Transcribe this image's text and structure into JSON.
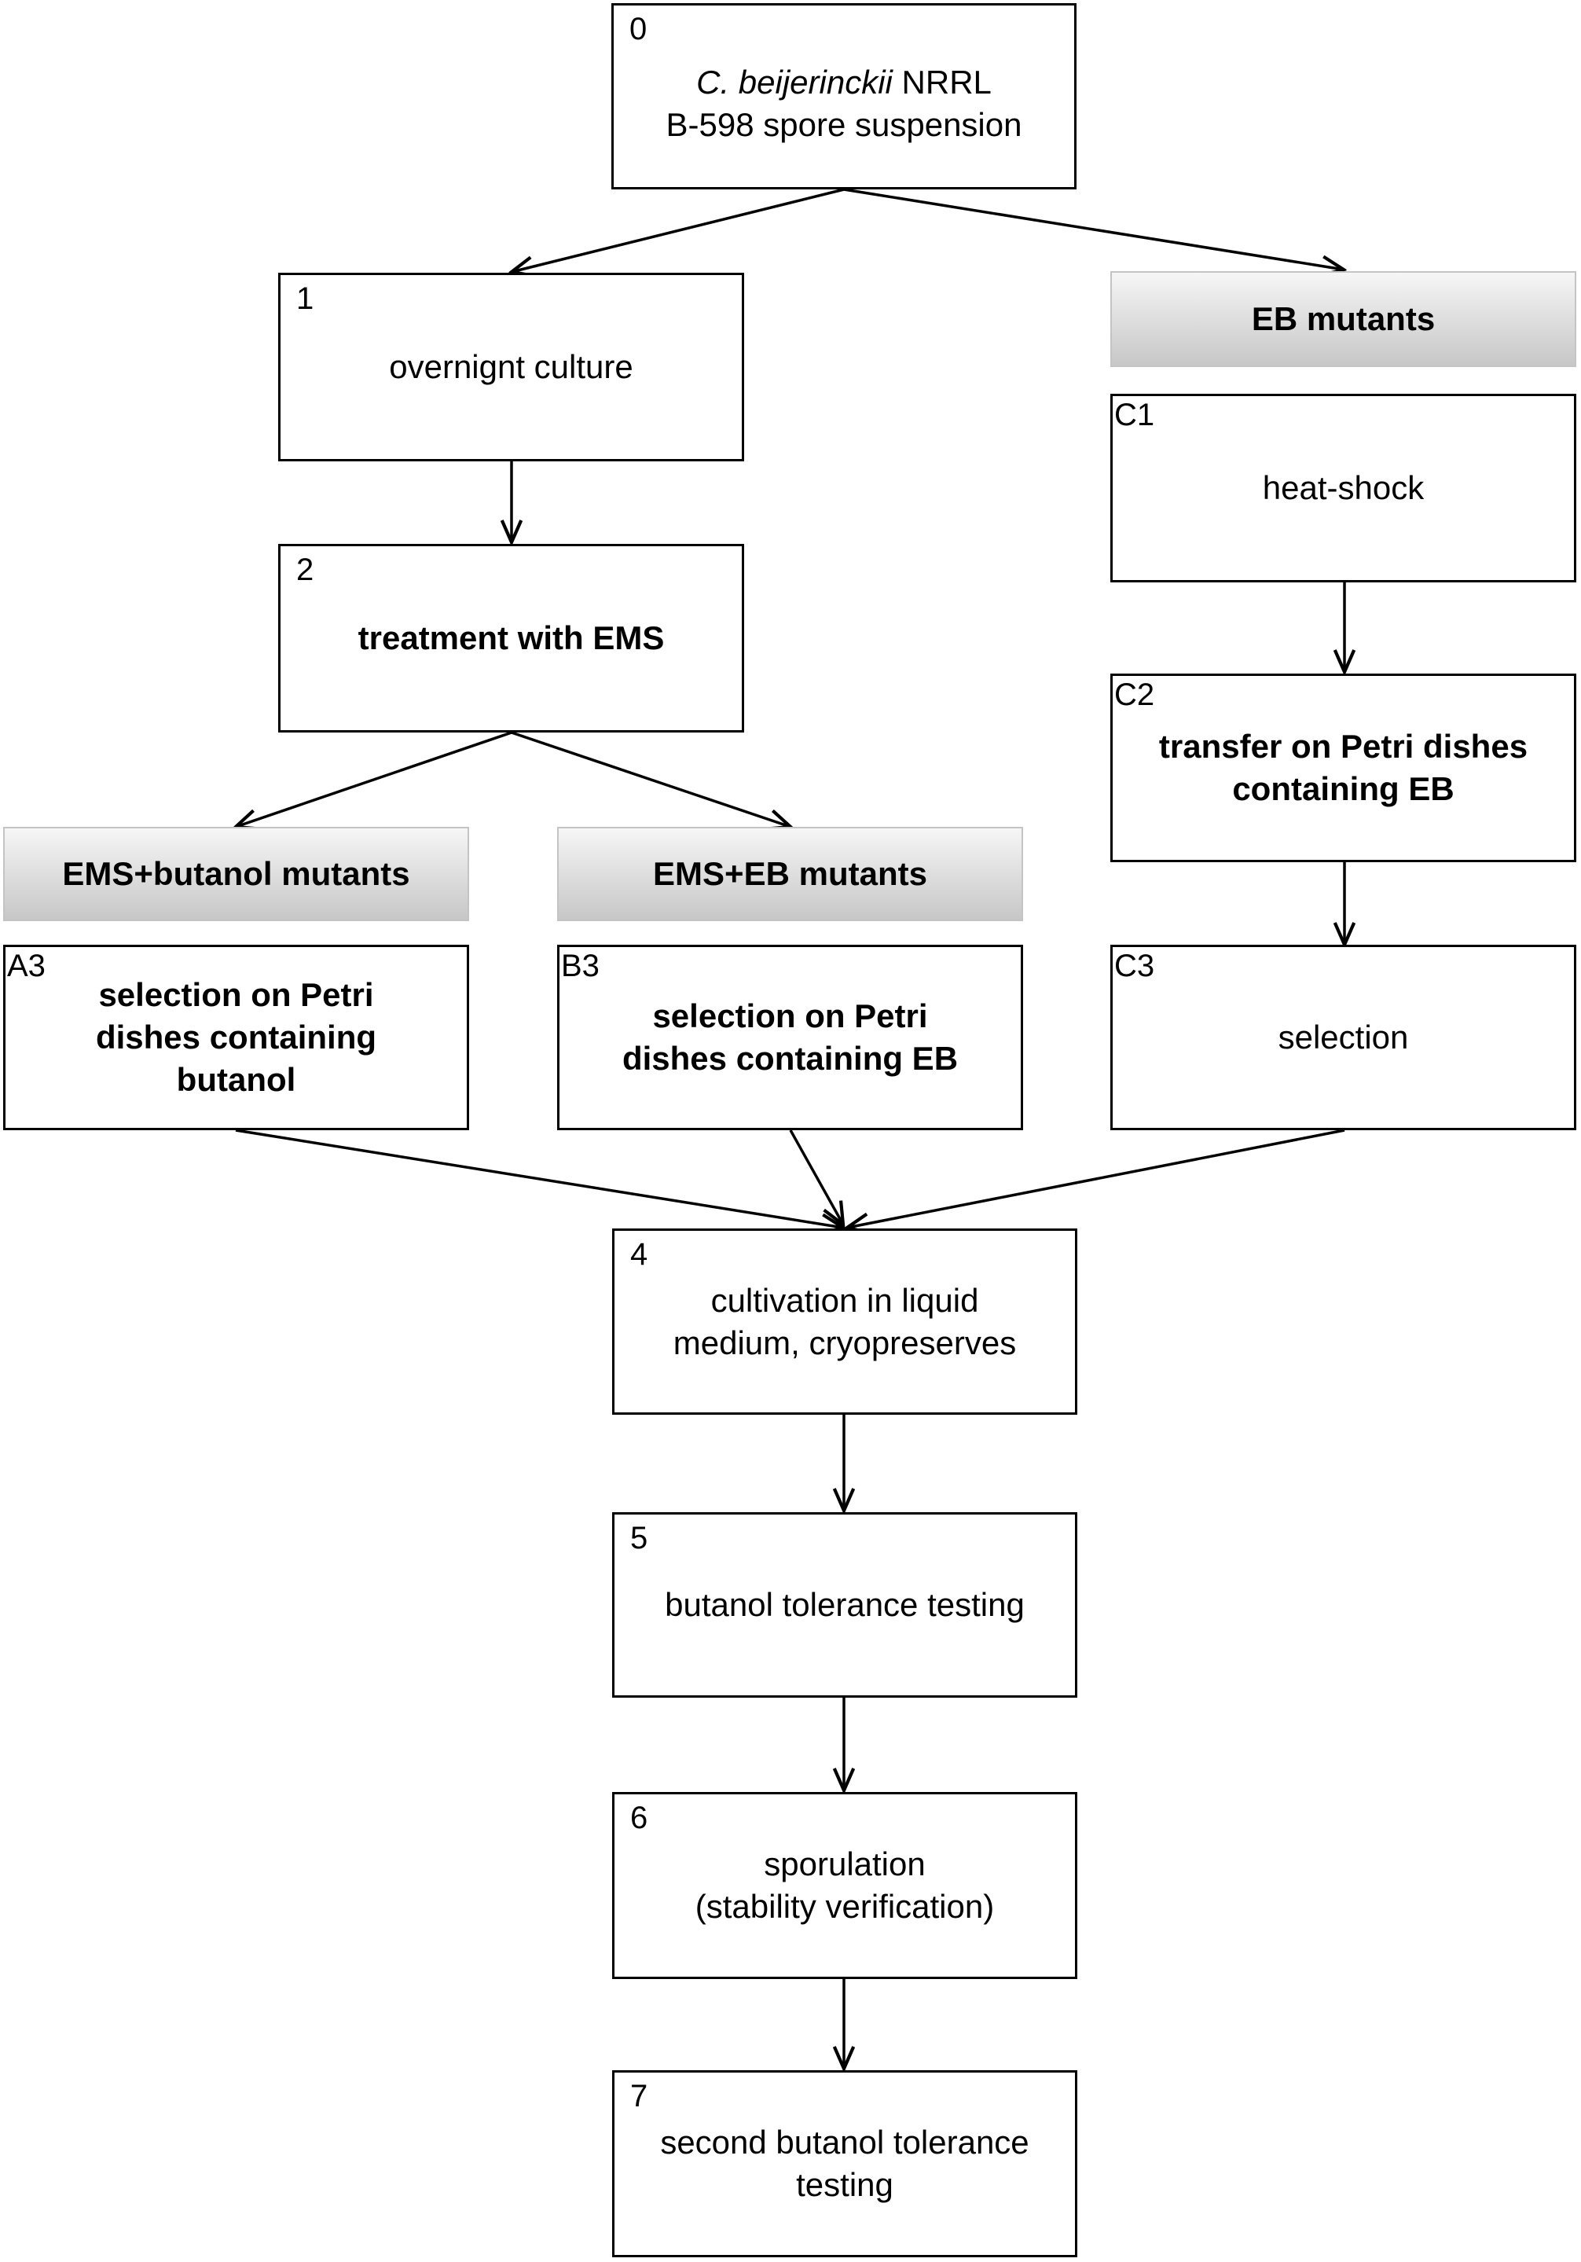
{
  "step0": {
    "num": "0",
    "line1_species": "C. beijerinckii",
    "line1_rest": " NRRL",
    "line2": "B-598 spore suspension"
  },
  "step1": {
    "num": "1",
    "text": "overnignt culture"
  },
  "step2": {
    "num": "2",
    "text": "treatment with EMS"
  },
  "headers": {
    "ems_butanol": "EMS+butanol mutants",
    "ems_eb": "EMS+EB mutants",
    "eb": "EB mutants"
  },
  "stepA3": {
    "num": "A3",
    "line1": "selection on Petri",
    "line2": "dishes containing",
    "line3": "butanol"
  },
  "stepB3": {
    "num": "B3",
    "line1": "selection on Petri",
    "line2": "dishes containing EB"
  },
  "stepC1": {
    "num": "C1",
    "text": "heat-shock"
  },
  "stepC2": {
    "num": "C2",
    "line1": "transfer on Petri dishes",
    "line2": "containing EB"
  },
  "stepC3": {
    "num": "C3",
    "text": "selection"
  },
  "step4": {
    "num": "4",
    "line1": "cultivation in liquid",
    "line2": "medium, cryopreserves"
  },
  "step5": {
    "num": "5",
    "text": "butanol tolerance testing"
  },
  "step6": {
    "num": "6",
    "line1": "sporulation",
    "line2": "(stability verification)"
  },
  "step7": {
    "num": "7",
    "line1": "second butanol tolerance",
    "line2": "testing"
  }
}
